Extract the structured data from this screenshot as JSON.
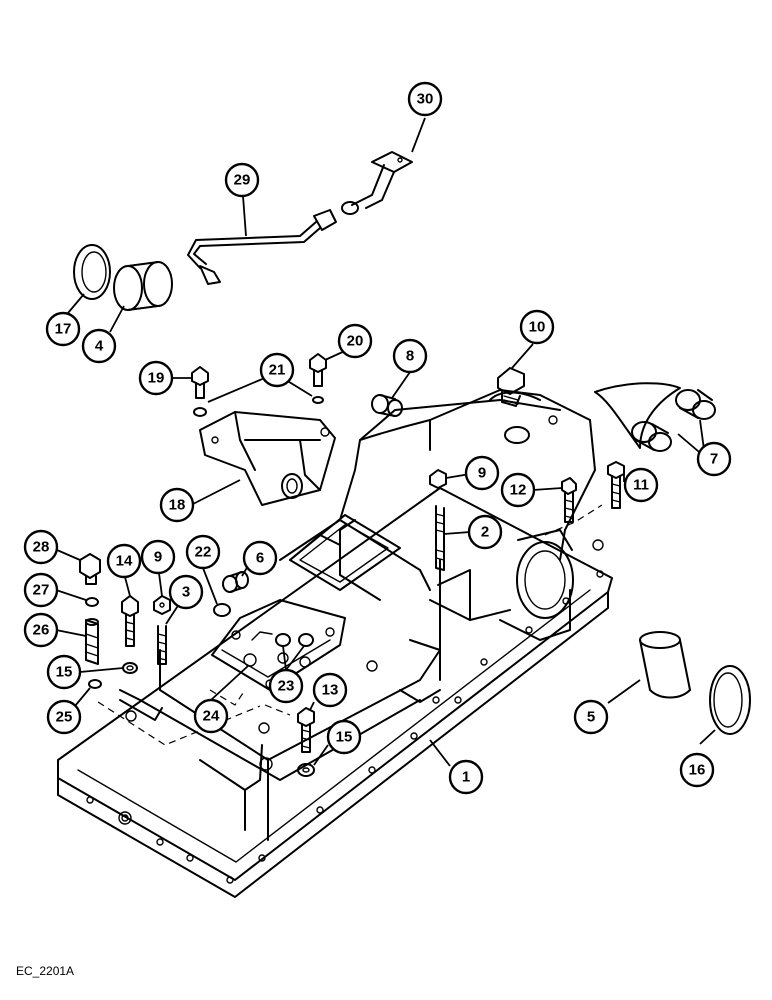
{
  "diagram": {
    "drawing_ref": "EC_2201A",
    "callouts": [
      {
        "id": "c30",
        "label": "30"
      },
      {
        "id": "c29",
        "label": "29"
      },
      {
        "id": "c17",
        "label": "17"
      },
      {
        "id": "c4",
        "label": "4"
      },
      {
        "id": "c10",
        "label": "10"
      },
      {
        "id": "c20",
        "label": "20"
      },
      {
        "id": "c21",
        "label": "21"
      },
      {
        "id": "c19",
        "label": "19"
      },
      {
        "id": "c8",
        "label": "8"
      },
      {
        "id": "c7",
        "label": "7"
      },
      {
        "id": "c9a",
        "label": "9"
      },
      {
        "id": "c11",
        "label": "11"
      },
      {
        "id": "c12",
        "label": "12"
      },
      {
        "id": "c18",
        "label": "18"
      },
      {
        "id": "c2",
        "label": "2"
      },
      {
        "id": "c28",
        "label": "28"
      },
      {
        "id": "c14",
        "label": "14"
      },
      {
        "id": "c9b",
        "label": "9"
      },
      {
        "id": "c22",
        "label": "22"
      },
      {
        "id": "c6",
        "label": "6"
      },
      {
        "id": "c27",
        "label": "27"
      },
      {
        "id": "c3",
        "label": "3"
      },
      {
        "id": "c26",
        "label": "26"
      },
      {
        "id": "c15a",
        "label": "15"
      },
      {
        "id": "c23",
        "label": "23"
      },
      {
        "id": "c25",
        "label": "25"
      },
      {
        "id": "c24",
        "label": "24"
      },
      {
        "id": "c13",
        "label": "13"
      },
      {
        "id": "c5",
        "label": "5"
      },
      {
        "id": "c15b",
        "label": "15"
      },
      {
        "id": "c1",
        "label": "1"
      },
      {
        "id": "c16",
        "label": "16"
      }
    ]
  }
}
